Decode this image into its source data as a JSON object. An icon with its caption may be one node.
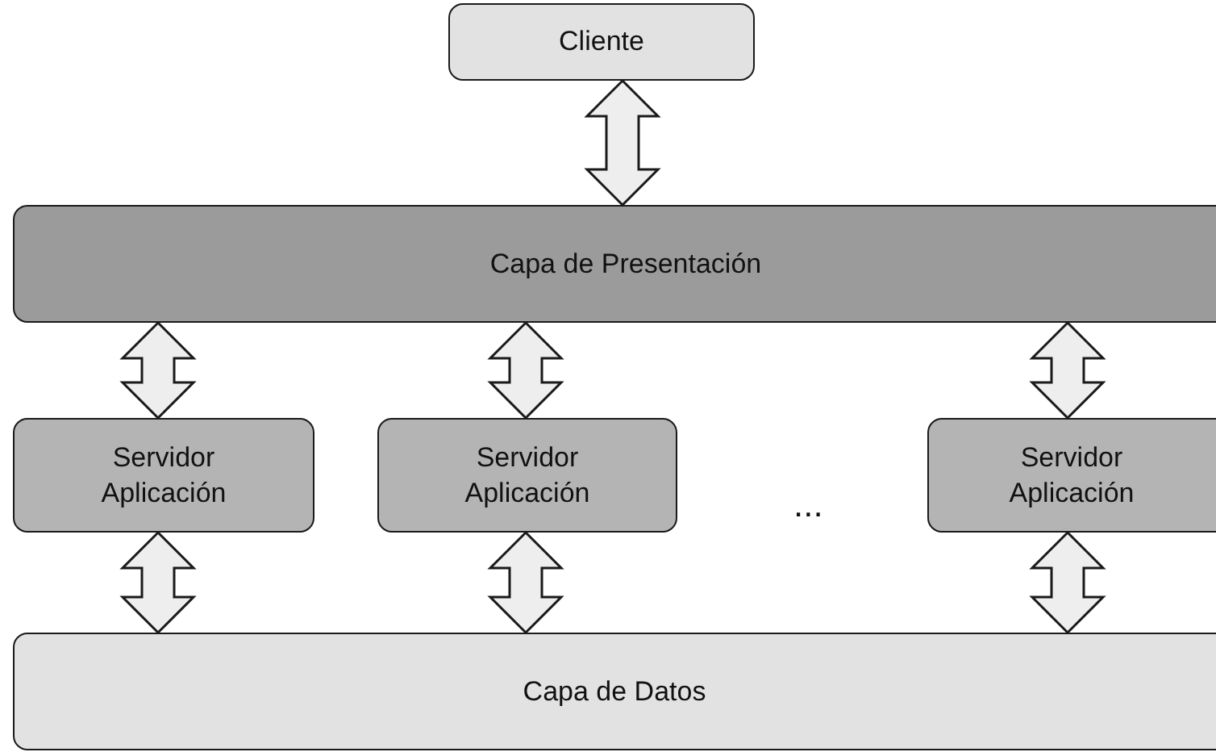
{
  "diagram": {
    "nodes": [
      {
        "text": [
          "Cliente"
        ]
      },
      {
        "text": [
          "Capa de Presentación"
        ]
      },
      {
        "text": [
          "Servidor Aplicación"
        ]
      },
      {
        "text": [
          "Servidor Aplicación"
        ]
      },
      {
        "text": [
          "Servidor Aplicación"
        ]
      },
      {
        "text": [
          "Capa de Datos"
        ]
      }
    ],
    "edges": [
      {
        "from": 0,
        "to": 1,
        "arrow": "both"
      },
      {
        "from": 1,
        "to": 2,
        "arrow": "both"
      },
      {
        "from": 1,
        "to": 3,
        "arrow": "both"
      },
      {
        "from": 1,
        "to": 4,
        "arrow": "both"
      },
      {
        "from": 2,
        "to": 5,
        "arrow": "both"
      },
      {
        "from": 3,
        "to": 5,
        "arrow": "both"
      },
      {
        "from": 4,
        "to": 5,
        "arrow": "both"
      }
    ],
    "labels": [
      "..."
    ]
  }
}
